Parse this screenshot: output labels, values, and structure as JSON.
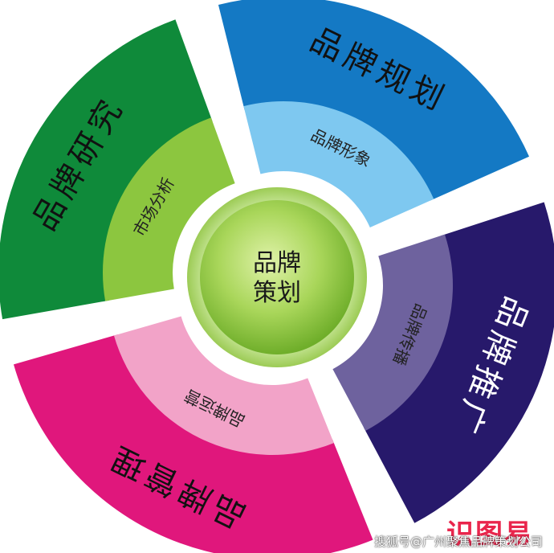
{
  "center": {
    "line1": "品牌",
    "line2": "策划"
  },
  "segments": [
    {
      "key": "research",
      "outer": "品牌研究",
      "inner": "市场分析",
      "outer_color": "#0f8a3a",
      "inner_color": "#8cc63f"
    },
    {
      "key": "planning",
      "outer": "品牌规划",
      "inner": "品牌形象",
      "outer_color": "#1479c4",
      "inner_color": "#7ec8f0"
    },
    {
      "key": "promotion",
      "outer": "品牌推广",
      "inner": "品牌传播",
      "outer_color": "#27196b",
      "inner_color": "#6e629e"
    },
    {
      "key": "management",
      "outer": "品牌管理",
      "inner": "品牌运营",
      "outer_color": "#e0177c",
      "inner_color": "#f2a3c8"
    }
  ],
  "watermark": {
    "text": "搜狐号@广州聚焦品牌策划公司",
    "logo": "识图易"
  }
}
